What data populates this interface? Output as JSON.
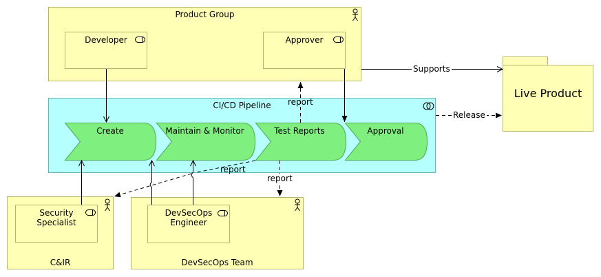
{
  "groups": {
    "product_group": "Product Group",
    "pipeline": "CI/CD Pipeline",
    "cir": "C&IR",
    "devsecops_team": "DevSecOps Team"
  },
  "roles": {
    "developer": "Developer",
    "approver": "Approver",
    "security_specialist": [
      "Security",
      "Specialist"
    ],
    "devsecops_engineer": [
      "DevSecOps",
      "Engineer"
    ]
  },
  "stages": [
    "Create",
    "Maintain & Monitor",
    "Test Reports",
    "Approval"
  ],
  "product": "Live Product",
  "edges": {
    "supports": "Supports",
    "release": "Release",
    "report_up": "report",
    "report_left": "report",
    "report_down": "report"
  },
  "colors": {
    "group_fill": "#ffffb5",
    "pipeline_fill": "#b5ffff",
    "stage_fill": "#7fef7f",
    "border": "#b5b56a"
  }
}
